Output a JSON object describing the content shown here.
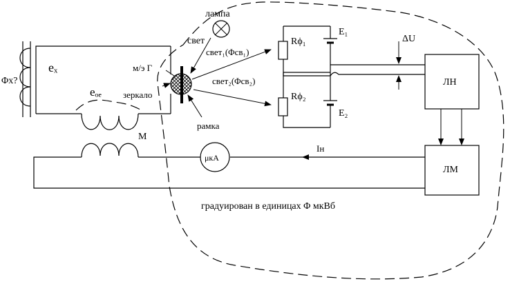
{
  "diagram": {
    "labels": {
      "lamp": "лампа",
      "light": "свет",
      "light1": "свет₁(Φсв₁)",
      "light2": "свет₂(Φсв₂)",
      "galvanometer": "м/э Г",
      "mirror": "зеркало",
      "frame": "рамка",
      "flux": "Φх?",
      "ex": "eₓ",
      "eoc": "eₒₑ",
      "r1": "Rϕ₁",
      "r2": "Rϕ₂",
      "e1": "E₁",
      "e2": "E₂",
      "du": "ΔU",
      "ln": "ЛН",
      "lm": "ЛМ",
      "m": "M",
      "in": "Iн",
      "meter": "μкА",
      "note": "градуирован в единицах Φ мкВб"
    }
  }
}
